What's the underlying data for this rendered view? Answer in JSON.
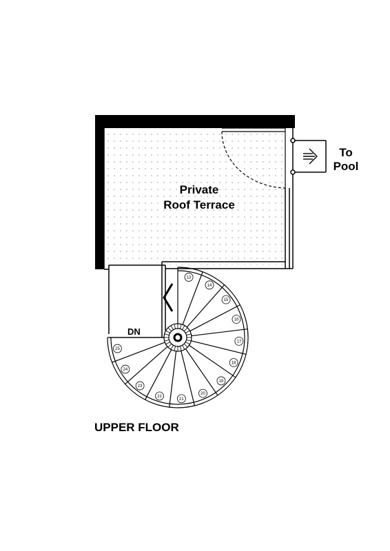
{
  "room": {
    "line1": "Private",
    "line2": "Roof Terrace"
  },
  "exit": {
    "line1": "To",
    "line2": "Pool",
    "arrow_icon": "arrow-right-icon"
  },
  "stair": {
    "direction_label": "DN",
    "steps": [
      "13",
      "14",
      "15",
      "16",
      "17",
      "18",
      "19",
      "20",
      "21",
      "22",
      "23",
      "24",
      "25"
    ]
  },
  "floor_label": "UPPER FLOOR",
  "colors": {
    "wall": "#000000",
    "line": "#000000",
    "dots": "#9a9a9a",
    "background": "#ffffff"
  }
}
